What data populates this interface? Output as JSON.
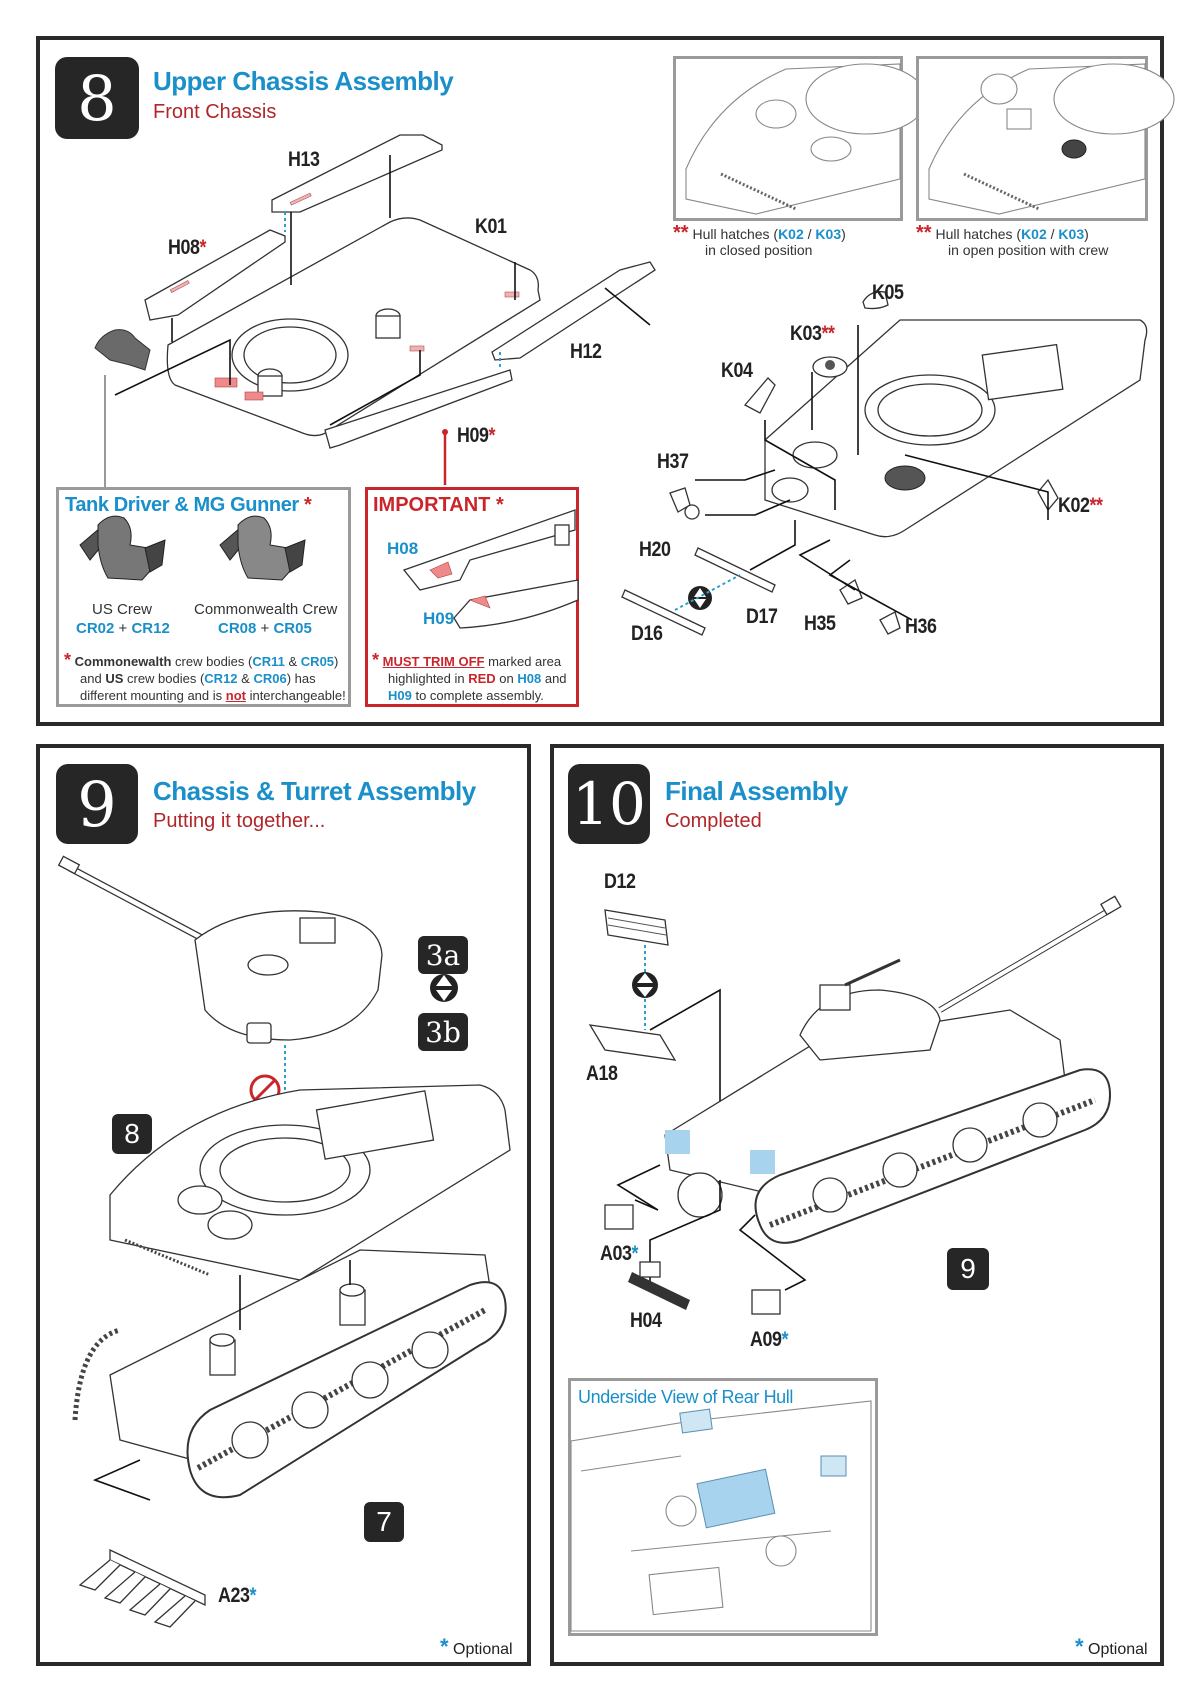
{
  "step8": {
    "number": "8",
    "title": "Upper Chassis Assembly",
    "subtitle": "Front Chassis",
    "parts": {
      "H13": "H13",
      "H08": "H08",
      "K01": "K01",
      "H12": "H12",
      "H09": "H09",
      "K05": "K05",
      "K03": "K03",
      "K04": "K04",
      "H37": "H37",
      "H20": "H20",
      "D16": "D16",
      "D17": "D17",
      "H35": "H35",
      "H36": "H36",
      "K02": "K02"
    },
    "single_star": "*",
    "double_star": "**",
    "inset_closed": {
      "line1_prefix": "Hull hatches (",
      "part_a": "K02",
      "sep": " / ",
      "part_b": "K03",
      "line1_suffix": ")",
      "line2": "in closed position"
    },
    "inset_open": {
      "line1_prefix": "Hull hatches (",
      "part_a": "K02",
      "sep": " / ",
      "part_b": "K03",
      "line1_suffix": ")",
      "line2": "in open position with crew"
    },
    "crew_box": {
      "title": "Tank Driver & MG Gunner",
      "us_label": "US Crew",
      "us_parts_a": "CR02",
      "us_parts_b": "CR12",
      "cw_label": "Commonwealth Crew",
      "cw_parts_a": "CR08",
      "cw_parts_b": "CR05",
      "plus": " + ",
      "note": {
        "bold1": "Commonewalth",
        "t1": " crew bodies (",
        "p1": "CR11",
        "amp": " & ",
        "p2": "CR05",
        "t2": ")",
        "t3": "and ",
        "bold2": "US",
        "t4": " crew bodies (",
        "p3": "CR12",
        "p4": "CR06",
        "t5": ") has",
        "t6": "different mounting and is ",
        "not": "not",
        "t7": " interchangeable!"
      }
    },
    "important_box": {
      "title": "IMPORTANT",
      "h08": "H08",
      "h09": "H09",
      "note": {
        "must": "MUST TRIM OFF",
        "t1": " marked area",
        "t2": "highlighted in ",
        "red": "RED",
        "t3": " on ",
        "p1": "H08",
        "t4": " and",
        "p2": "H09",
        "t5": " to complete assembly."
      }
    }
  },
  "step9": {
    "number": "9",
    "title": "Chassis & Turret Assembly",
    "subtitle": "Putting it together...",
    "ref_3a": "3a",
    "ref_3b": "3b",
    "ref_8": "8",
    "ref_7": "7",
    "part_a23": "A23",
    "optional_star": "*",
    "optional_label": "Optional"
  },
  "step10": {
    "number": "10",
    "title": "Final Assembly",
    "subtitle": "Completed",
    "parts": {
      "D12": "D12",
      "A18": "A18",
      "A03": "A03",
      "H04": "H04",
      "A09": "A09"
    },
    "ref_9": "9",
    "underside_title": "Underside View of Rear Hull",
    "optional_star": "*",
    "optional_label": "Optional"
  },
  "colors": {
    "title_blue": "#1a8fc9",
    "subtitle_red": "#b1262b",
    "warning_red": "#c9262c",
    "badge_dark": "#262626",
    "box_grey": "#9a9a9a"
  }
}
